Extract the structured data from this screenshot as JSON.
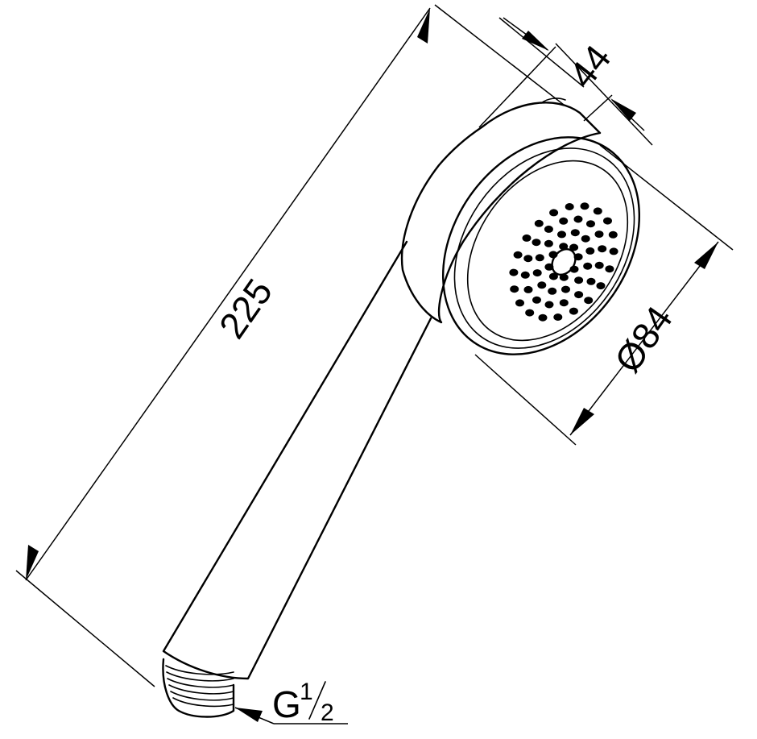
{
  "drawing": {
    "dimensions": {
      "length": "225",
      "depth": "44",
      "diameter": "Ø84",
      "thread_main": "G",
      "thread_num": "1",
      "thread_den": "2"
    }
  }
}
